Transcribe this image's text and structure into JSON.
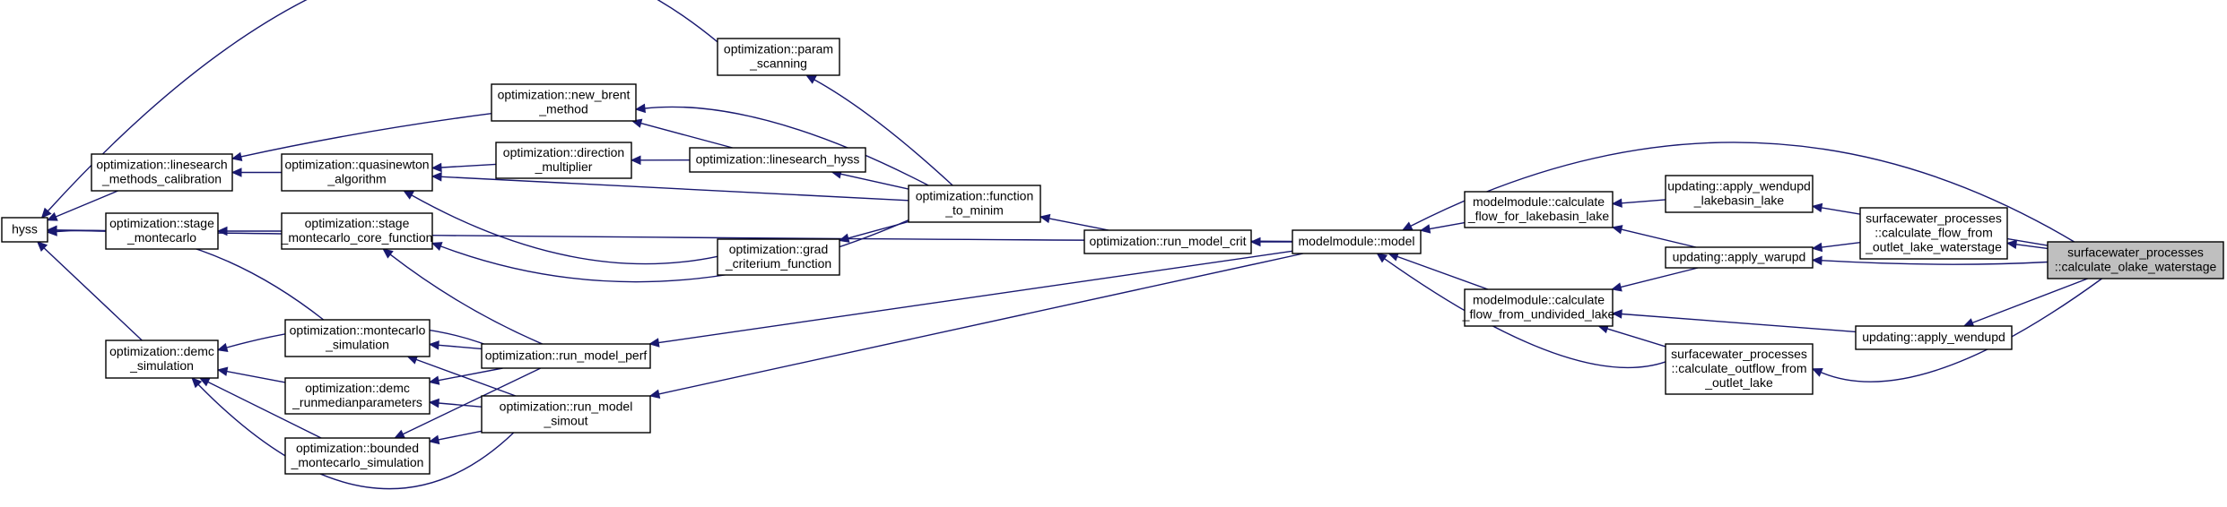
{
  "diagram": {
    "colors": {
      "edge": "#191970",
      "node_fill": "#ffffff",
      "focus_fill": "#bfbfbf",
      "border": "#000000"
    },
    "nodes": [
      {
        "id": "hyss",
        "lines": [
          "hyss"
        ]
      },
      {
        "id": "linesearch_methods_calibration",
        "lines": [
          "optimization::linesearch",
          "_methods_calibration"
        ]
      },
      {
        "id": "stage_montecarlo",
        "lines": [
          "optimization::stage",
          "_montecarlo"
        ]
      },
      {
        "id": "demc_simulation",
        "lines": [
          "optimization::demc",
          "_simulation"
        ]
      },
      {
        "id": "param_scanning",
        "lines": [
          "optimization::param",
          "_scanning"
        ]
      },
      {
        "id": "new_brent_method",
        "lines": [
          "optimization::new_brent",
          "_method"
        ]
      },
      {
        "id": "quasinewton_algorithm",
        "lines": [
          "optimization::quasinewton",
          "_algorithm"
        ]
      },
      {
        "id": "direction_multiplier",
        "lines": [
          "optimization::direction",
          "_multiplier"
        ]
      },
      {
        "id": "linesearch_hyss",
        "lines": [
          "optimization::linesearch_hyss"
        ]
      },
      {
        "id": "stage_montecarlo_core_function",
        "lines": [
          "optimization::stage",
          "_montecarlo_core_function"
        ]
      },
      {
        "id": "grad_criterium_function",
        "lines": [
          "optimization::grad",
          "_criterium_function"
        ]
      },
      {
        "id": "function_to_minim",
        "lines": [
          "optimization::function",
          "_to_minim"
        ]
      },
      {
        "id": "run_model_crit",
        "lines": [
          "optimization::run_model_crit"
        ]
      },
      {
        "id": "montecarlo_simulation",
        "lines": [
          "optimization::montecarlo",
          "_simulation"
        ]
      },
      {
        "id": "demc_runmedianparameters",
        "lines": [
          "optimization::demc",
          "_runmedianparameters"
        ]
      },
      {
        "id": "bounded_montecarlo_simulation",
        "lines": [
          "optimization::bounded",
          "_montecarlo_simulation"
        ]
      },
      {
        "id": "run_model_perf",
        "lines": [
          "optimization::run_model_perf"
        ]
      },
      {
        "id": "run_model_simout",
        "lines": [
          "optimization::run_model",
          "_simout"
        ]
      },
      {
        "id": "modelmodule_model",
        "lines": [
          "modelmodule::model"
        ]
      },
      {
        "id": "calculate_flow_for_lakebasin_lake",
        "lines": [
          "modelmodule::calculate",
          "_flow_for_lakebasin_lake"
        ]
      },
      {
        "id": "calculate_flow_from_undivided_lake",
        "lines": [
          "modelmodule::calculate",
          "_flow_from_undivided_lake"
        ]
      },
      {
        "id": "apply_wendupd_lakebasin_lake",
        "lines": [
          "updating::apply_wendupd",
          "_lakebasin_lake"
        ]
      },
      {
        "id": "apply_warupd",
        "lines": [
          "updating::apply_warupd"
        ]
      },
      {
        "id": "calculate_outflow_from_outlet_lake",
        "lines": [
          "surfacewater_processes",
          "::calculate_outflow_from",
          "_outlet_lake"
        ]
      },
      {
        "id": "calculate_flow_from_outlet_lake_waterstage",
        "lines": [
          "surfacewater_processes",
          "::calculate_flow_from",
          "_outlet_lake_waterstage"
        ]
      },
      {
        "id": "apply_wendupd",
        "lines": [
          "updating::apply_wendupd"
        ]
      },
      {
        "id": "calculate_olake_waterstage",
        "lines": [
          "surfacewater_processes",
          "::calculate_olake_waterstage"
        ],
        "focus": true
      }
    ],
    "edges": [
      [
        "calculate_olake_waterstage",
        "modelmodule_model"
      ],
      [
        "calculate_olake_waterstage",
        "apply_wendupd_lakebasin_lake"
      ],
      [
        "calculate_olake_waterstage",
        "calculate_flow_from_outlet_lake_waterstage"
      ],
      [
        "calculate_olake_waterstage",
        "apply_warupd"
      ],
      [
        "calculate_olake_waterstage",
        "apply_wendupd"
      ],
      [
        "calculate_olake_waterstage",
        "calculate_outflow_from_outlet_lake"
      ],
      [
        "apply_wendupd_lakebasin_lake",
        "calculate_flow_for_lakebasin_lake"
      ],
      [
        "calculate_flow_from_outlet_lake_waterstage",
        "apply_warupd"
      ],
      [
        "apply_warupd",
        "calculate_flow_for_lakebasin_lake"
      ],
      [
        "apply_warupd",
        "calculate_flow_from_undivided_lake"
      ],
      [
        "apply_wendupd",
        "calculate_flow_from_undivided_lake"
      ],
      [
        "calculate_outflow_from_outlet_lake",
        "calculate_flow_from_undivided_lake"
      ],
      [
        "calculate_outflow_from_outlet_lake",
        "modelmodule_model"
      ],
      [
        "calculate_flow_for_lakebasin_lake",
        "modelmodule_model"
      ],
      [
        "calculate_flow_from_undivided_lake",
        "modelmodule_model"
      ],
      [
        "modelmodule_model",
        "hyss"
      ],
      [
        "modelmodule_model",
        "run_model_crit"
      ],
      [
        "modelmodule_model",
        "run_model_perf"
      ],
      [
        "modelmodule_model",
        "run_model_simout"
      ],
      [
        "run_model_crit",
        "function_to_minim"
      ],
      [
        "function_to_minim",
        "param_scanning"
      ],
      [
        "function_to_minim",
        "new_brent_method"
      ],
      [
        "function_to_minim",
        "linesearch_hyss"
      ],
      [
        "function_to_minim",
        "quasinewton_algorithm"
      ],
      [
        "function_to_minim",
        "grad_criterium_function"
      ],
      [
        "function_to_minim",
        "stage_montecarlo_core_function"
      ],
      [
        "param_scanning",
        "hyss"
      ],
      [
        "new_brent_method",
        "linesearch_methods_calibration"
      ],
      [
        "linesearch_hyss",
        "direction_multiplier"
      ],
      [
        "linesearch_hyss",
        "new_brent_method"
      ],
      [
        "direction_multiplier",
        "quasinewton_algorithm"
      ],
      [
        "grad_criterium_function",
        "quasinewton_algorithm"
      ],
      [
        "quasinewton_algorithm",
        "linesearch_methods_calibration"
      ],
      [
        "linesearch_methods_calibration",
        "hyss"
      ],
      [
        "stage_montecarlo_core_function",
        "stage_montecarlo"
      ],
      [
        "stage_montecarlo",
        "hyss"
      ],
      [
        "run_model_perf",
        "stage_montecarlo_core_function"
      ],
      [
        "run_model_perf",
        "demc_simulation"
      ],
      [
        "run_model_perf",
        "montecarlo_simulation"
      ],
      [
        "run_model_perf",
        "demc_runmedianparameters"
      ],
      [
        "run_model_perf",
        "bounded_montecarlo_simulation"
      ],
      [
        "run_model_simout",
        "montecarlo_simulation"
      ],
      [
        "run_model_simout",
        "demc_runmedianparameters"
      ],
      [
        "run_model_simout",
        "bounded_montecarlo_simulation"
      ],
      [
        "run_model_simout",
        "demc_simulation"
      ],
      [
        "montecarlo_simulation",
        "hyss"
      ],
      [
        "demc_runmedianparameters",
        "demc_simulation"
      ],
      [
        "bounded_montecarlo_simulation",
        "demc_simulation"
      ],
      [
        "demc_simulation",
        "hyss"
      ]
    ]
  }
}
